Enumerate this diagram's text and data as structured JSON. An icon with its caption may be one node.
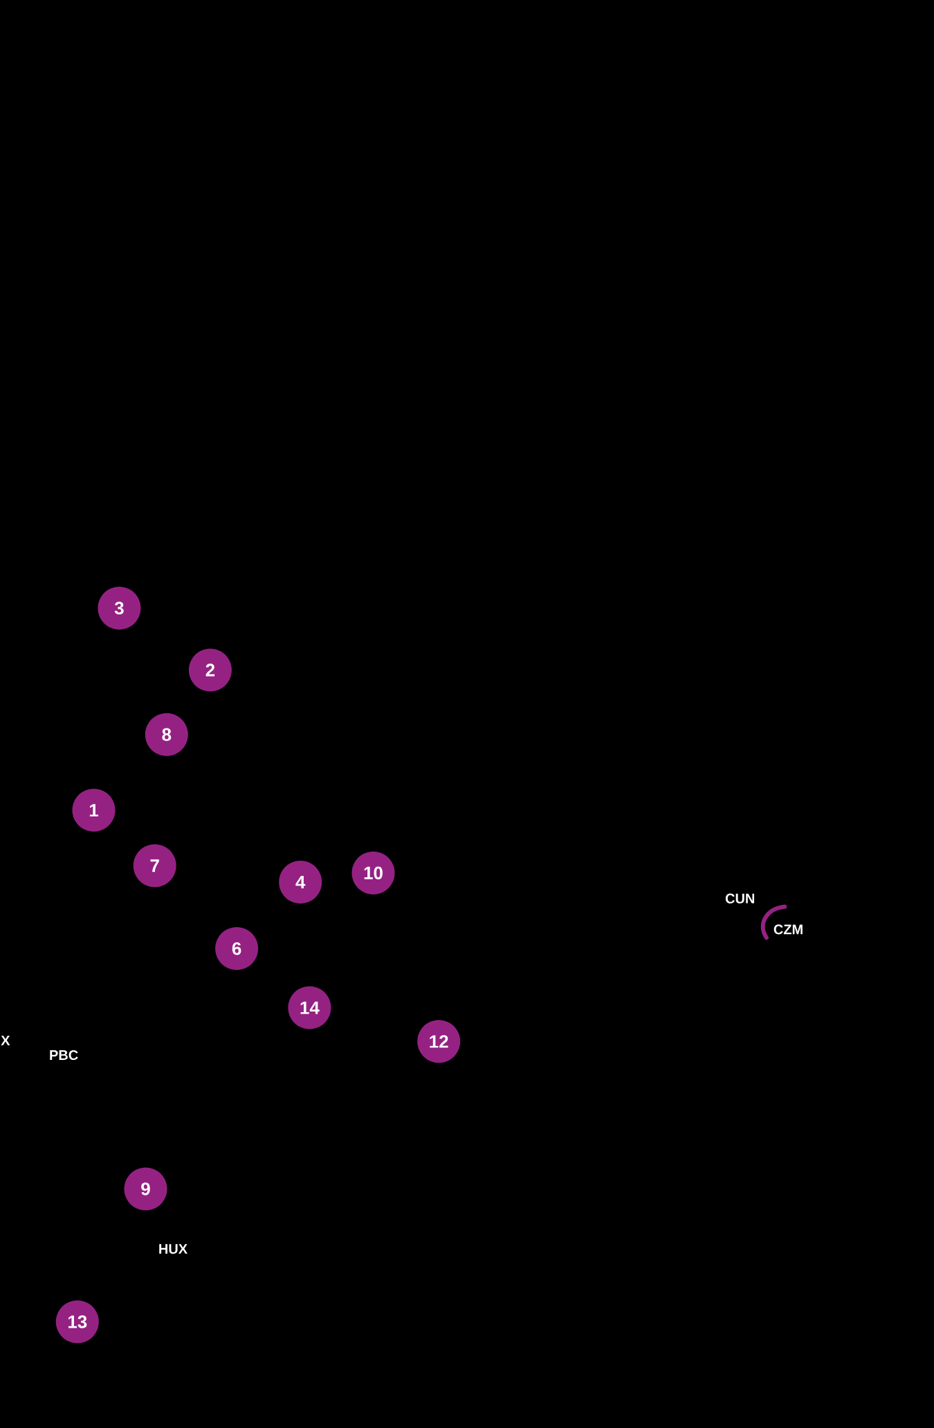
{
  "diagram": {
    "nodes": [
      {
        "text": [
          "3"
        ]
      },
      {
        "text": [
          "2"
        ]
      },
      {
        "text": [
          "8"
        ]
      },
      {
        "text": [
          "1"
        ]
      },
      {
        "text": [
          "7"
        ]
      },
      {
        "text": [
          "10"
        ]
      },
      {
        "text": [
          "4"
        ]
      },
      {
        "text": [
          "6"
        ]
      },
      {
        "text": [
          "14"
        ]
      },
      {
        "text": [
          "12"
        ]
      },
      {
        "text": [
          "9"
        ]
      },
      {
        "text": [
          "13"
        ]
      }
    ],
    "labels": [
      "CUN",
      "CZM",
      "X",
      "PBC",
      "HUX"
    ]
  }
}
